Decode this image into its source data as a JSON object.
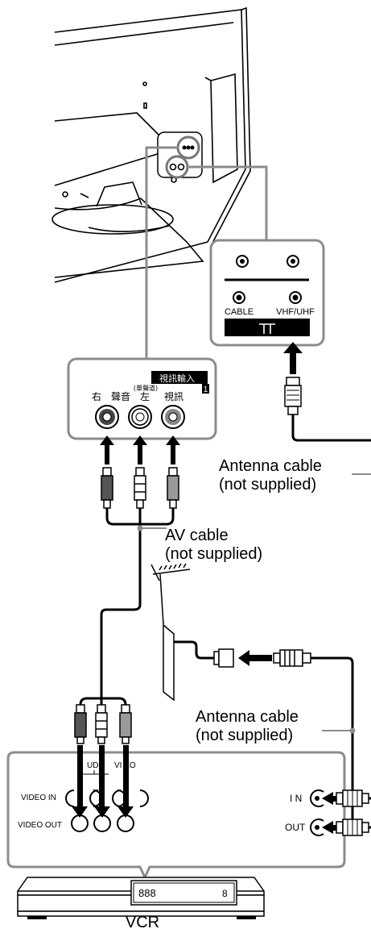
{
  "antenna_terminal": {
    "cable_label": "CABLE",
    "vhf_label": "VHF/UHF"
  },
  "input_panel": {
    "title": "視訊輸入",
    "number": "1",
    "audio_label": "聲音",
    "mono_label": "(單聲道)",
    "right_label": "右",
    "left_label": "左",
    "video_label": "視訊"
  },
  "callouts": {
    "antenna_cable_top": [
      "Antenna cable",
      "(not supplied)"
    ],
    "av_cable": [
      "AV cable",
      "(not supplied)"
    ],
    "antenna_cable_bottom": [
      "Antenna cable",
      "(not supplied)"
    ]
  },
  "vcr_panel": {
    "audio_partial": "UDI",
    "video_partial": "VI  EO",
    "video_in": "VIDEO IN",
    "video_out": "VIDEO OUT",
    "in_label": "I N",
    "out_label": "OUT"
  },
  "vcr": {
    "display": "888",
    "counter": "8",
    "label": "VCR"
  }
}
